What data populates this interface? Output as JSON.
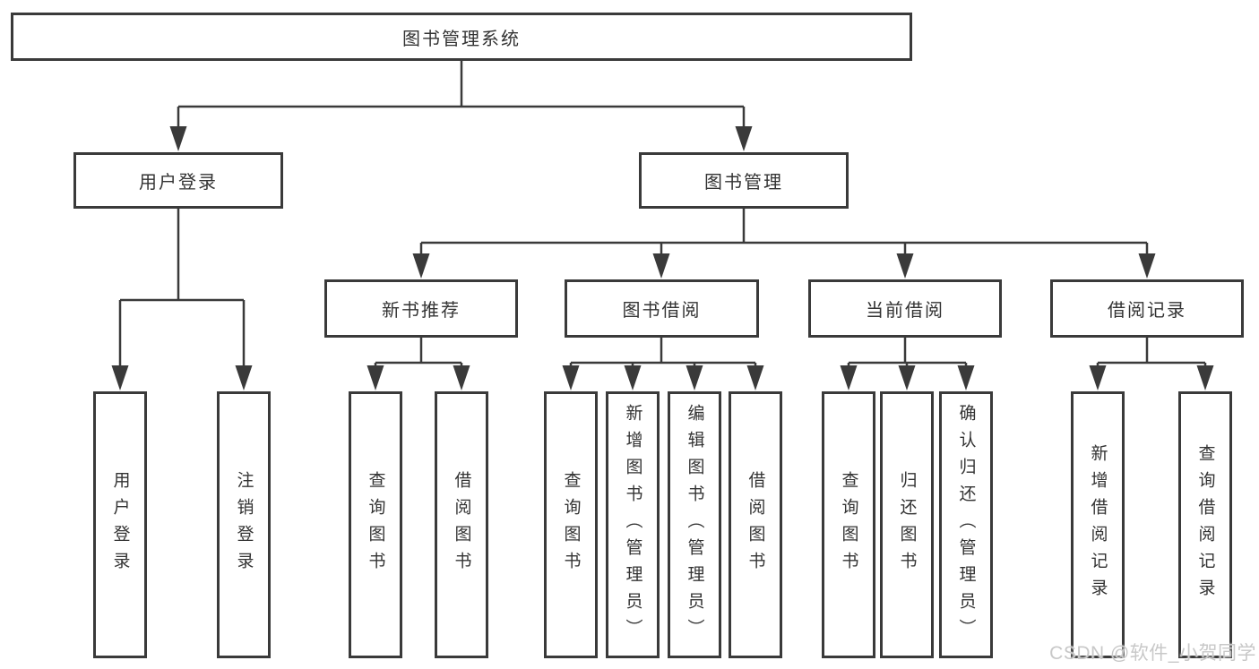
{
  "diagram": {
    "root": {
      "label": "图书管理系统"
    },
    "branches": [
      {
        "label": "用户登录",
        "children": [
          {
            "label": "用户登录"
          },
          {
            "label": "注销登录"
          }
        ]
      },
      {
        "label": "图书管理",
        "children": [
          {
            "label": "新书推荐",
            "children": [
              {
                "label": "查询图书"
              },
              {
                "label": "借阅图书"
              }
            ]
          },
          {
            "label": "图书借阅",
            "children": [
              {
                "label": "查询图书"
              },
              {
                "label": "新增图书（管理员）"
              },
              {
                "label": "编辑图书（管理员）"
              },
              {
                "label": "借阅图书"
              }
            ]
          },
          {
            "label": "当前借阅",
            "children": [
              {
                "label": "查询图书"
              },
              {
                "label": "归还图书"
              },
              {
                "label": "确认归还（管理员）"
              }
            ]
          },
          {
            "label": "借阅记录",
            "children": [
              {
                "label": "新增借阅记录"
              },
              {
                "label": "查询借阅记录"
              }
            ]
          }
        ]
      }
    ]
  },
  "watermark": {
    "text": "CSDN @软件_小贺同学"
  },
  "colors": {
    "line": "#3a3a3a",
    "box_border": "#3a3a3a",
    "text": "#333333",
    "watermark": "#c8c8c8",
    "background": "#ffffff"
  }
}
